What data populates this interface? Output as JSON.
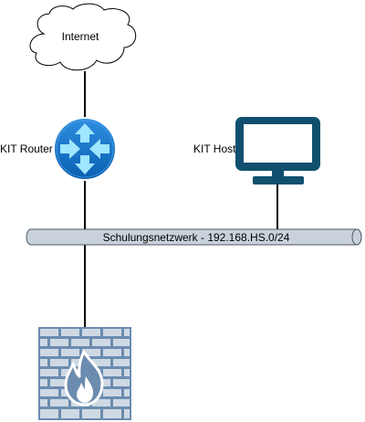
{
  "diagram": {
    "nodes": {
      "internet": {
        "label": "Internet",
        "icon": "cloud-icon"
      },
      "router": {
        "label": "KIT Router",
        "icon": "router-icon",
        "color": "#0b6cc1"
      },
      "host": {
        "label": "KIT Host",
        "icon": "monitor-icon",
        "color": "#10506e"
      },
      "firewall": {
        "label": "",
        "icon": "firewall-icon",
        "color": "#6b8caf"
      }
    },
    "network": {
      "label": "Schulungsnetzwerk - 192.168.HS.0/24",
      "fill": "#c9d1da"
    },
    "links": [
      {
        "from": "internet",
        "to": "router"
      },
      {
        "from": "router",
        "to": "network"
      },
      {
        "from": "host",
        "to": "network"
      },
      {
        "from": "network",
        "to": "firewall"
      }
    ]
  }
}
